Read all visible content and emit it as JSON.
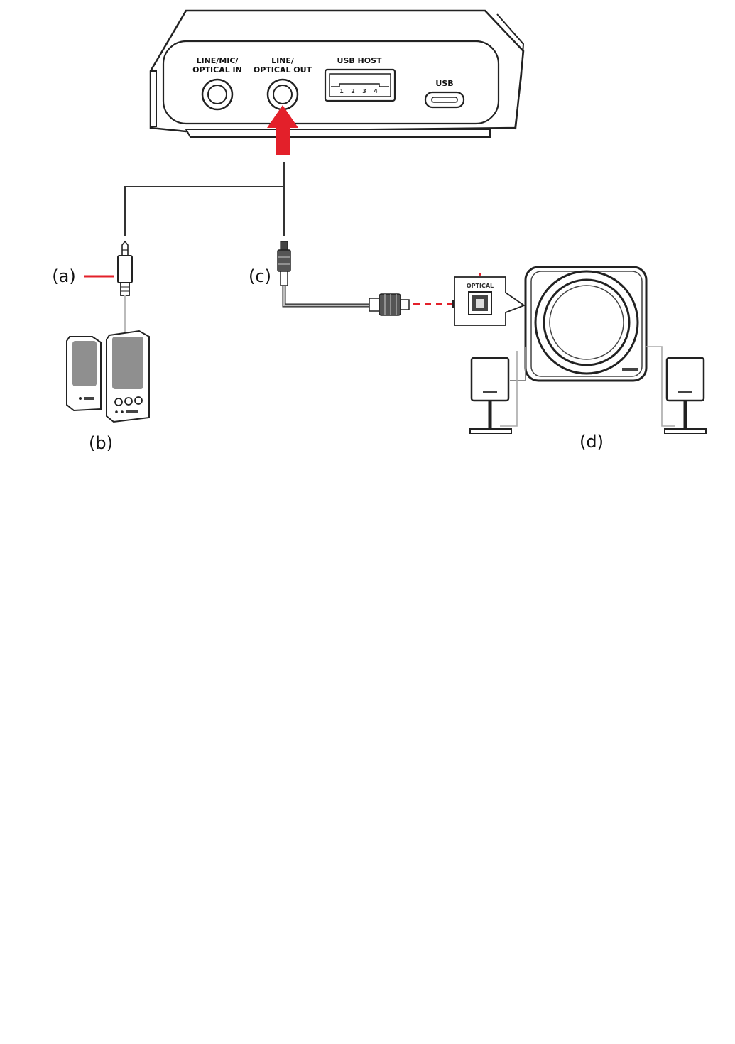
{
  "device": {
    "ports": [
      {
        "id": "line-mic-in",
        "label_line1": "LINE/MIC/",
        "label_line2": "OPTICAL IN"
      },
      {
        "id": "line-optical-out",
        "label_line1": "LINE/",
        "label_line2": "OPTICAL OUT"
      },
      {
        "id": "usb-host",
        "label_line1": "USB HOST"
      },
      {
        "id": "usb",
        "label_line1": "USB"
      }
    ],
    "usb_host_pins": [
      "1",
      "2",
      "3",
      "4"
    ]
  },
  "callouts": {
    "a": "(a)",
    "b": "(b)",
    "c": "(c)",
    "d": "(d)"
  },
  "optical_input_label": "OPTICAL",
  "colors": {
    "accent_red": "#e3202a",
    "line": "#333333",
    "cable_gray": "#9a9a9a"
  }
}
